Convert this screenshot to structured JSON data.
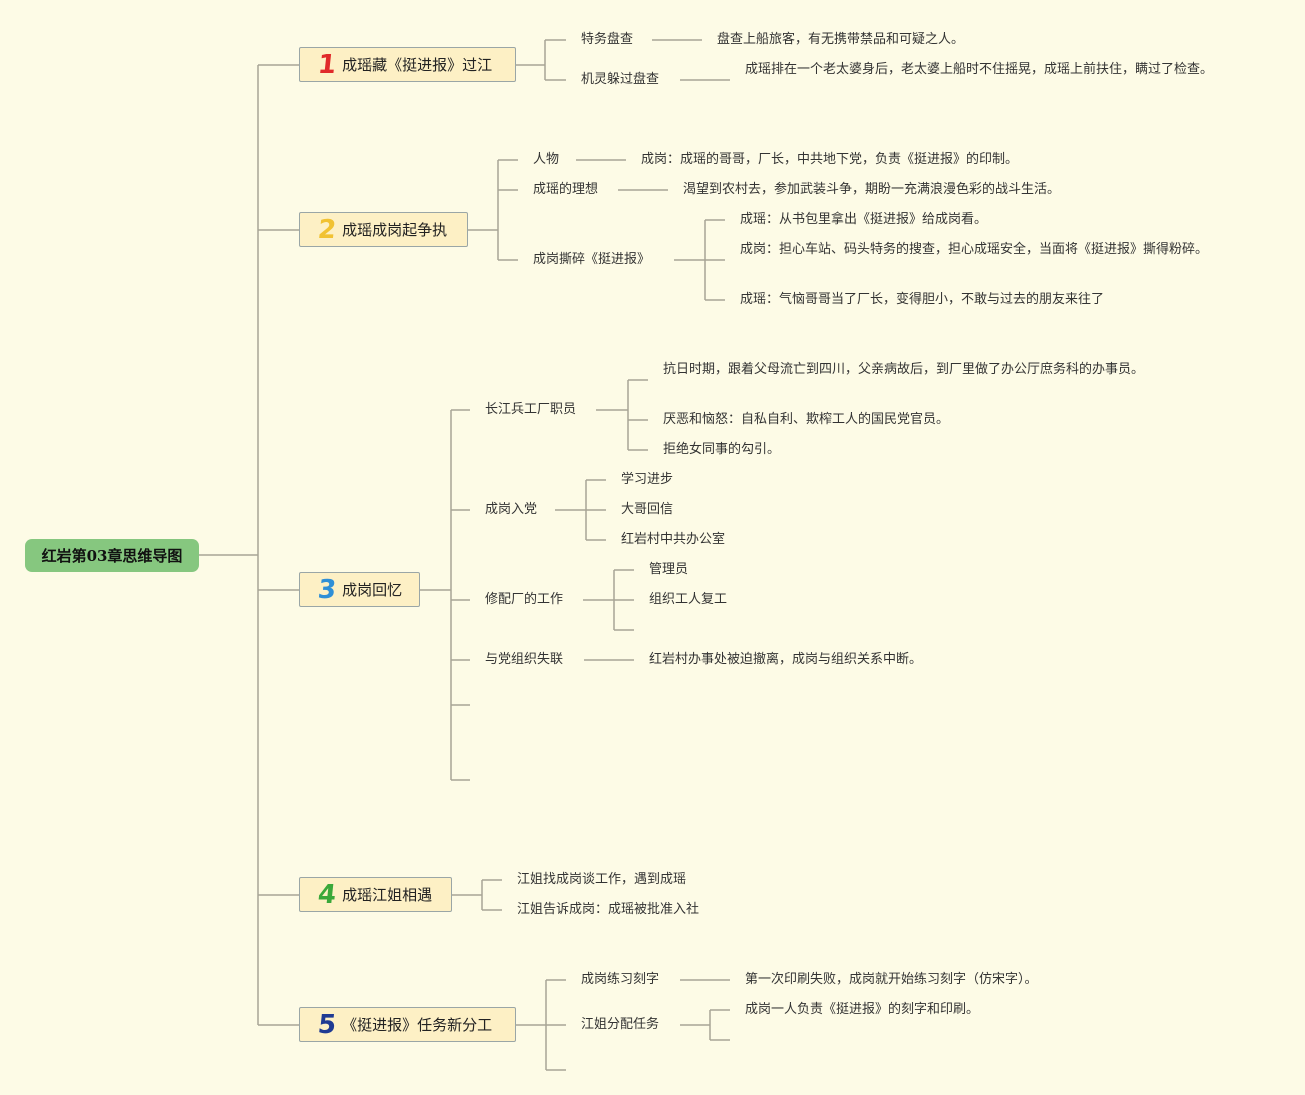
{
  "root": {
    "label": "红岩第03章思维导图"
  },
  "colors": {
    "background": "#fdfbe6",
    "root_fill": "#86c77f",
    "branch_fill": "#fdf0c5",
    "line": "#a8a595",
    "num_1": "#e02a2a",
    "num_2": "#f1c232",
    "num_3": "#2f8fd6",
    "num_4": "#3aa83a",
    "num_5": "#1f3a93"
  },
  "branches": [
    {
      "num": "1",
      "label": "成瑶藏《挺进报》过江",
      "items": [
        {
          "label": "特务盘查",
          "detail": "盘查上船旅客，有无携带禁品和可疑之人。"
        },
        {
          "label": "机灵躲过盘查",
          "detail": "成瑶排在一个老太婆身后，老太婆上船时不住摇晃，成瑶上前扶住，瞒过了检查。"
        }
      ]
    },
    {
      "num": "2",
      "label": "成瑶成岗起争执",
      "items": [
        {
          "label": "人物",
          "detail": "成岗：成瑶的哥哥，厂长，中共地下党，负责《挺进报》的印制。"
        },
        {
          "label": "成瑶的理想",
          "detail": "渴望到农村去，参加武装斗争，期盼一充满浪漫色彩的战斗生活。"
        },
        {
          "label": "成岗撕碎《挺进报》",
          "subs": [
            "成瑶：从书包里拿出《挺进报》给成岗看。",
            "成岗：担心车站、码头特务的搜查，担心成瑶安全，当面将《挺进报》撕得粉碎。",
            "成瑶：气恼哥哥当了厂长，变得胆小，不敢与过去的朋友来往了"
          ]
        }
      ]
    },
    {
      "num": "3",
      "label": "成岗回忆",
      "items": [
        {
          "label": "长江兵工厂职员",
          "subs": [
            "抗日时期，跟着父母流亡到四川，父亲病故后，到厂里做了办公厅庶务科的办事员。",
            "厌恶和恼怒：自私自利、欺榨工人的国民党官员。",
            "拒绝女同事的勾引。"
          ]
        },
        {
          "label": "成岗入党",
          "subs": [
            "学习进步",
            "大哥回信",
            "红岩村中共办公室"
          ]
        },
        {
          "label": "修配厂的工作",
          "subs": [
            "管理员",
            "组织工人复工"
          ]
        },
        {
          "label": "与党组织失联",
          "detail": "红岩村办事处被迫撤离，成岗与组织关系中断。"
        }
      ]
    },
    {
      "num": "4",
      "label": "成瑶江姐相遇",
      "items": [
        {
          "label": "江姐找成岗谈工作，遇到成瑶"
        },
        {
          "label": "江姐告诉成岗：成瑶被批准入社"
        }
      ]
    },
    {
      "num": "5",
      "label": "《挺进报》任务新分工",
      "items": [
        {
          "label": "成岗练习刻字",
          "detail": "第一次印刷失败，成岗就开始练习刻字（仿宋字）。"
        },
        {
          "label": "江姐分配任务",
          "subs": [
            "成岗一人负责《挺进报》的刻字和印刷。"
          ]
        }
      ]
    }
  ]
}
